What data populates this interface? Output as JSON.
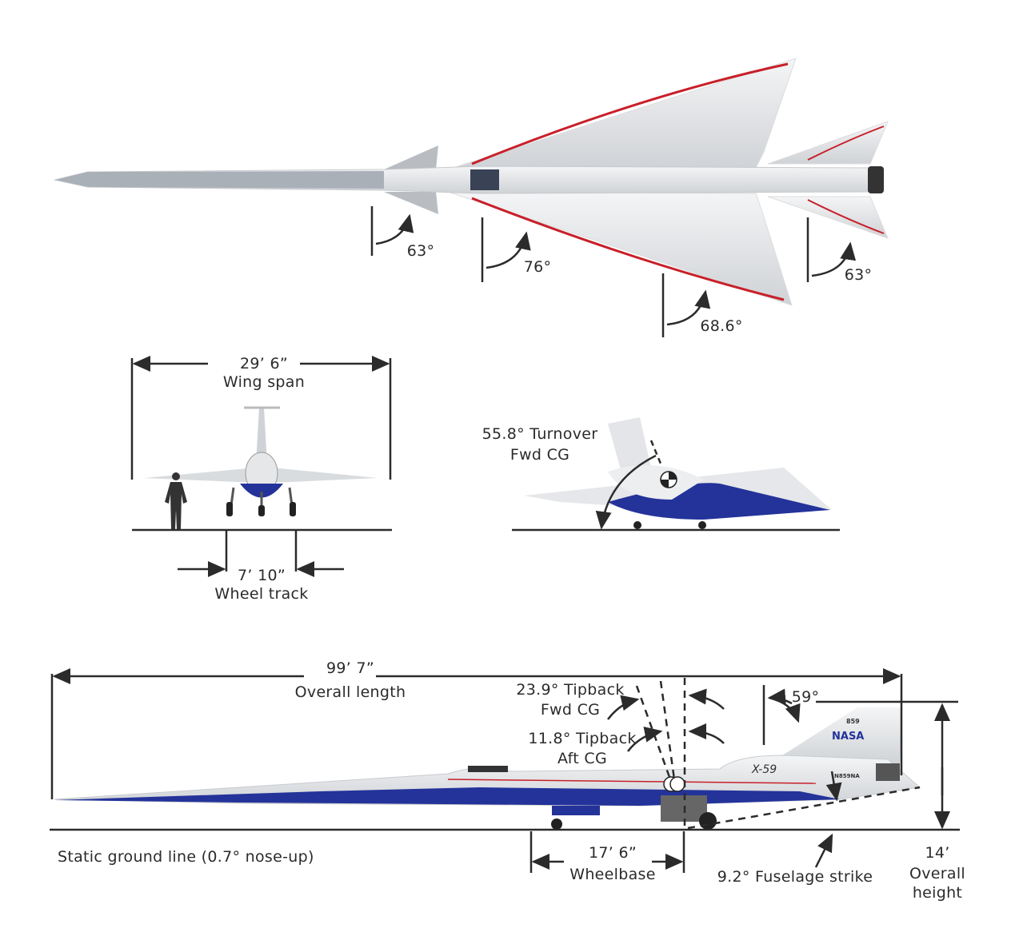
{
  "top_view": {
    "canard_sweep": "63°",
    "wing_root_sweep": "76°",
    "wing_outer_sweep": "68.6°",
    "tail_sweep": "63°"
  },
  "front_view": {
    "wing_span_value": "29’ 6”",
    "wing_span_label": "Wing span",
    "wheel_track_value": "7’ 10”",
    "wheel_track_label": "Wheel track"
  },
  "rear_view": {
    "turnover_label_1": "55.8° Turnover",
    "turnover_label_2": "Fwd CG"
  },
  "side_view": {
    "length_value": "99’ 7”",
    "length_label": "Overall length",
    "tipback_fwd_1": "23.9° Tipback",
    "tipback_fwd_2": "Fwd CG",
    "tipback_aft_1": "11.8° Tipback",
    "tipback_aft_2": "Aft CG",
    "tail_angle": "59°",
    "ground_line": "Static ground line (0.7° nose-up)",
    "wheelbase_value": "17’ 6”",
    "wheelbase_label": "Wheelbase",
    "fuselage_strike": "9.2° Fuselage strike",
    "height_value": "14’",
    "height_label_1": "Overall",
    "height_label_2": "height",
    "markings": {
      "model": "X-59",
      "agency": "NASA",
      "tail_number": "859",
      "registration": "N859NA"
    }
  },
  "colors": {
    "line": "#2b2b2b",
    "body": "#e9eaec",
    "blue": "#24339a",
    "red": "#c8202a"
  }
}
